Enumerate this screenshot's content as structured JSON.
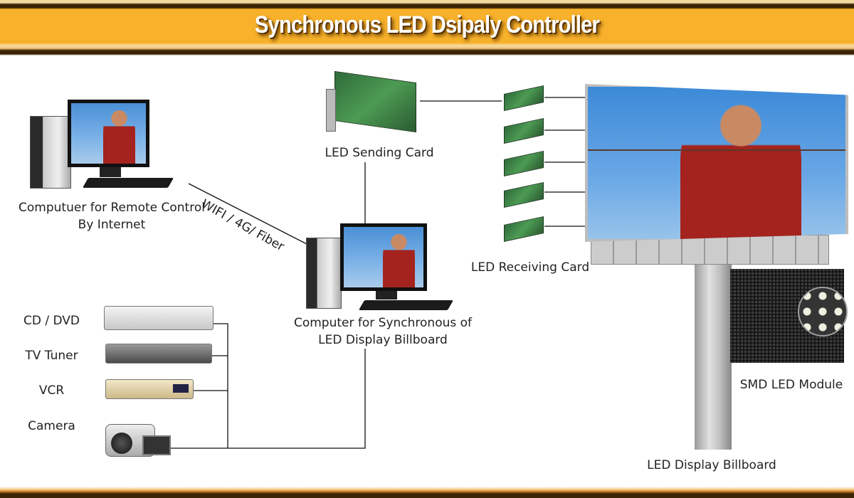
{
  "header": {
    "title": "Synchronous LED Dsipaly Controller"
  },
  "nodes": {
    "remote_computer": {
      "label_line1": "Computuer for Remote Control",
      "label_line2": "By Internet"
    },
    "link": {
      "label": "WIFI / 4G/ Fiber"
    },
    "sending_card": {
      "label": "LED Sending Card"
    },
    "sync_computer": {
      "label_line1": "Computer for Synchronous of",
      "label_line2": "LED Display Billboard"
    },
    "receiving_card": {
      "label": "LED Receiving Card",
      "count": 5
    },
    "module": {
      "label": "SMD LED Module"
    },
    "billboard": {
      "label": "LED Display Billboard"
    }
  },
  "sources": [
    {
      "label": "CD / DVD"
    },
    {
      "label": "TV Tuner"
    },
    {
      "label": "VCR"
    },
    {
      "label": "Camera"
    }
  ],
  "colors": {
    "banner": "#f7b12a",
    "banner_dark": "#3a2406",
    "line": "#111111"
  }
}
